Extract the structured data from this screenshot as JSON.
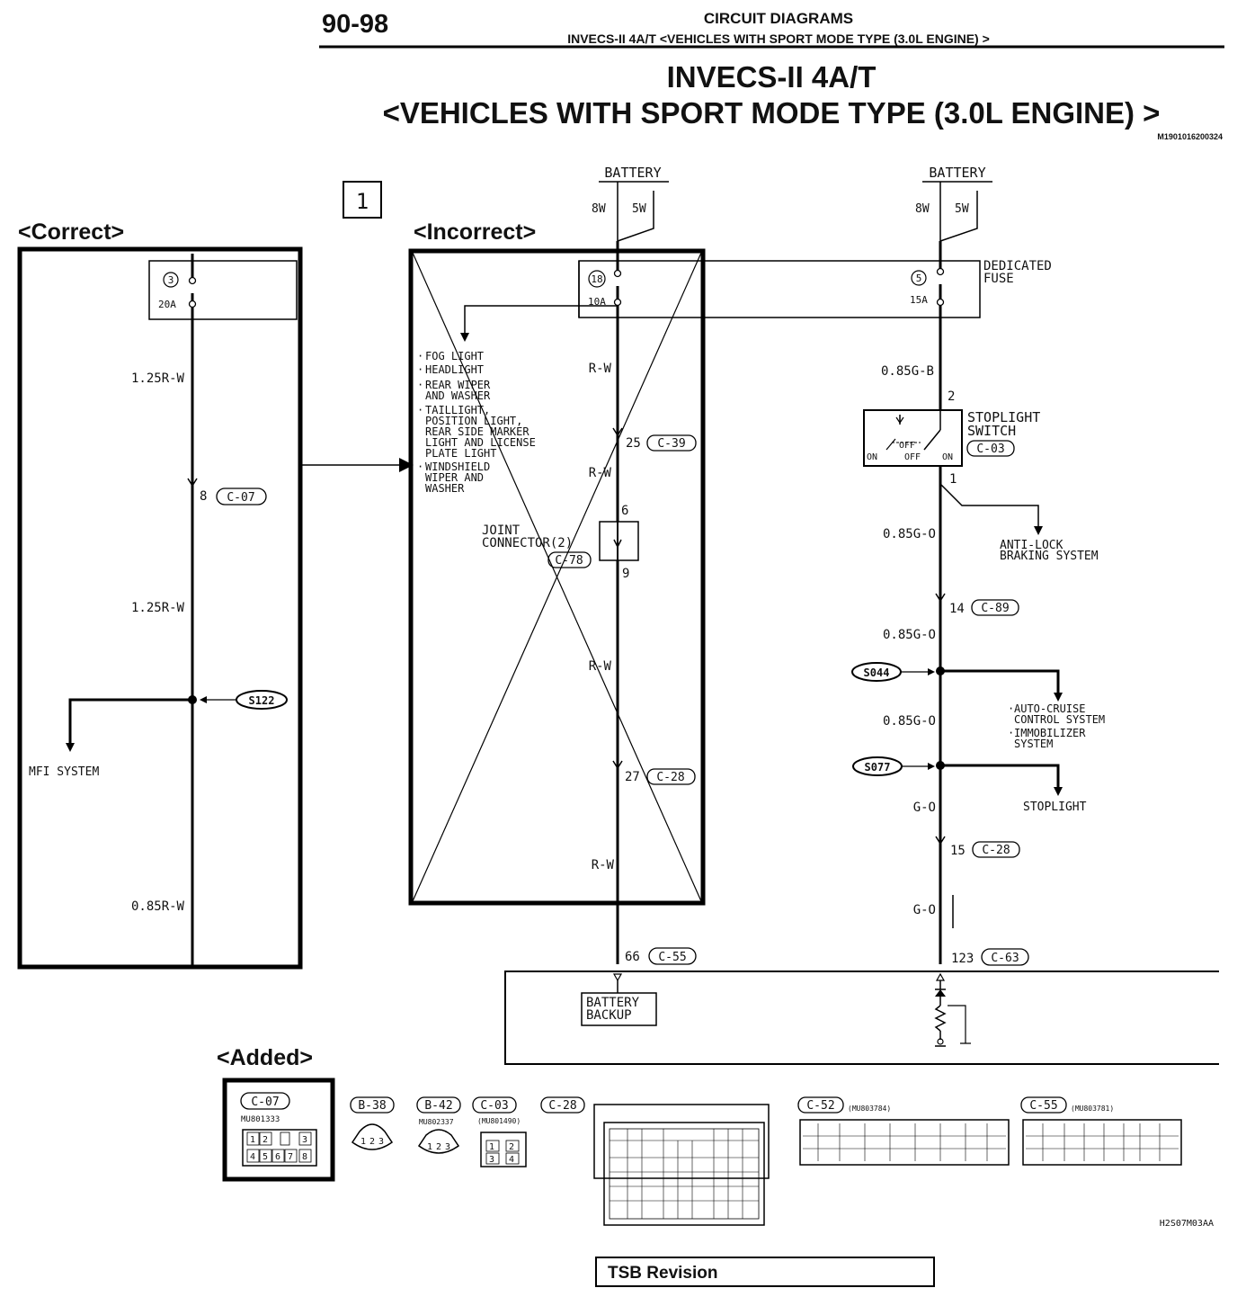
{
  "header": {
    "page_number": "90-98",
    "section_title": "CIRCUIT DIAGRAMS",
    "section_subtitle": "INVECS-II 4A/T <VEHICLES WITH SPORT MODE TYPE (3.0L ENGINE) >",
    "main_title_line1": "INVECS-II 4A/T",
    "main_title_line2": "<VEHICLES WITH SPORT MODE TYPE (3.0L ENGINE) >",
    "doc_code": "M1901016200324"
  },
  "callout_number": "1",
  "correct_panel": {
    "heading": "<Correct>",
    "fuse_number": "3",
    "fuse_rating": "20A",
    "wire1": "1.25R-W",
    "connector1_pin": "8",
    "connector1": "C-07",
    "wire2": "1.25R-W",
    "splice": "S122",
    "branch_label": "MFI SYSTEM",
    "wire3": "0.85R-W"
  },
  "incorrect_panel": {
    "heading": "<Incorrect>",
    "fuse_number": "18",
    "fuse_rating": "10A",
    "branch_items": [
      "FOG LIGHT",
      "HEADLIGHT",
      "REAR WIPER",
      "AND WASHER",
      "TAILLIGHT,",
      "POSITION LIGHT,",
      "REAR SIDE MARKER",
      "LIGHT AND LICENSE",
      "PLATE LIGHT",
      "WINDSHIELD",
      "WIPER AND",
      "WASHER"
    ],
    "wire1": "R-W",
    "connector1_pin": "25",
    "connector1": "C-39",
    "wire2": "R-W",
    "joint_pin_in": "6",
    "joint_label_line1": "JOINT",
    "joint_label_line2": "CONNECTOR(2)",
    "joint_connector": "C-78",
    "joint_pin_out": "9",
    "wire3": "R-W",
    "connector2_pin": "27",
    "connector2": "C-28",
    "wire4": "R-W"
  },
  "battery_circuit_1": {
    "battery_label": "BATTERY",
    "ratings": [
      "8W",
      "5W"
    ],
    "connector_pin": "66",
    "connector": "C-55",
    "load_line1": "BATTERY",
    "load_line2": "BACKUP"
  },
  "battery_circuit_2": {
    "battery_label": "BATTERY",
    "ratings": [
      "8W",
      "5W"
    ],
    "dedicated_fuse_line1": "DEDICATED",
    "dedicated_fuse_line2": "FUSE",
    "fuse_number": "5",
    "fuse_rating": "15A",
    "wire1": "0.85G-B",
    "switch_pin_in": "2",
    "switch_label_line1": "STOPLIGHT",
    "switch_label_line2": "SWITCH",
    "switch_connector": "C-03",
    "switch_state_on_left": "ON",
    "switch_state_off": "OFF",
    "switch_state_off2": "OFF",
    "switch_state_on_right": "ON",
    "switch_pin_out": "1",
    "wire2": "0.85G-O",
    "abs_line1": "ANTI-LOCK",
    "abs_line2": "BRAKING SYSTEM",
    "connector1_pin": "14",
    "connector1": "C-89",
    "wire3": "0.85G-O",
    "splice1": "S044",
    "splice1_branch": [
      "AUTO-CRUISE",
      "CONTROL SYSTEM",
      "IMMOBILIZER",
      "SYSTEM"
    ],
    "wire4": "0.85G-O",
    "splice2": "S077",
    "splice2_branch": "STOPLIGHT",
    "wire5": "G-O",
    "connector2_pin": "15",
    "connector2": "C-28",
    "wire6": "G-O",
    "connector3_pin": "123",
    "connector3": "C-63"
  },
  "added_section": {
    "heading": "<Added>",
    "c07": {
      "label": "C-07",
      "part": "MU801333",
      "pins_top": [
        "1",
        "2",
        "",
        "3"
      ],
      "pins_bottom": [
        "4",
        "5",
        "6",
        "7",
        "8"
      ]
    },
    "b38": {
      "label": "B-38",
      "pins": [
        "1",
        "2",
        "3"
      ]
    },
    "b42": {
      "label": "B-42",
      "part": "MU802337",
      "pins": [
        "1",
        "2",
        "3"
      ]
    },
    "c03": {
      "label": "C-03",
      "part": "(MU801490)",
      "pins": [
        "1",
        "2",
        "3",
        "4"
      ]
    },
    "c28": {
      "label": "C-28"
    },
    "c52": {
      "label": "C-52",
      "part": "(MU803784)"
    },
    "c55": {
      "label": "C-55",
      "part": "(MU803781)"
    }
  },
  "figure_code": "H2S07M03AA",
  "footer": "TSB Revision"
}
